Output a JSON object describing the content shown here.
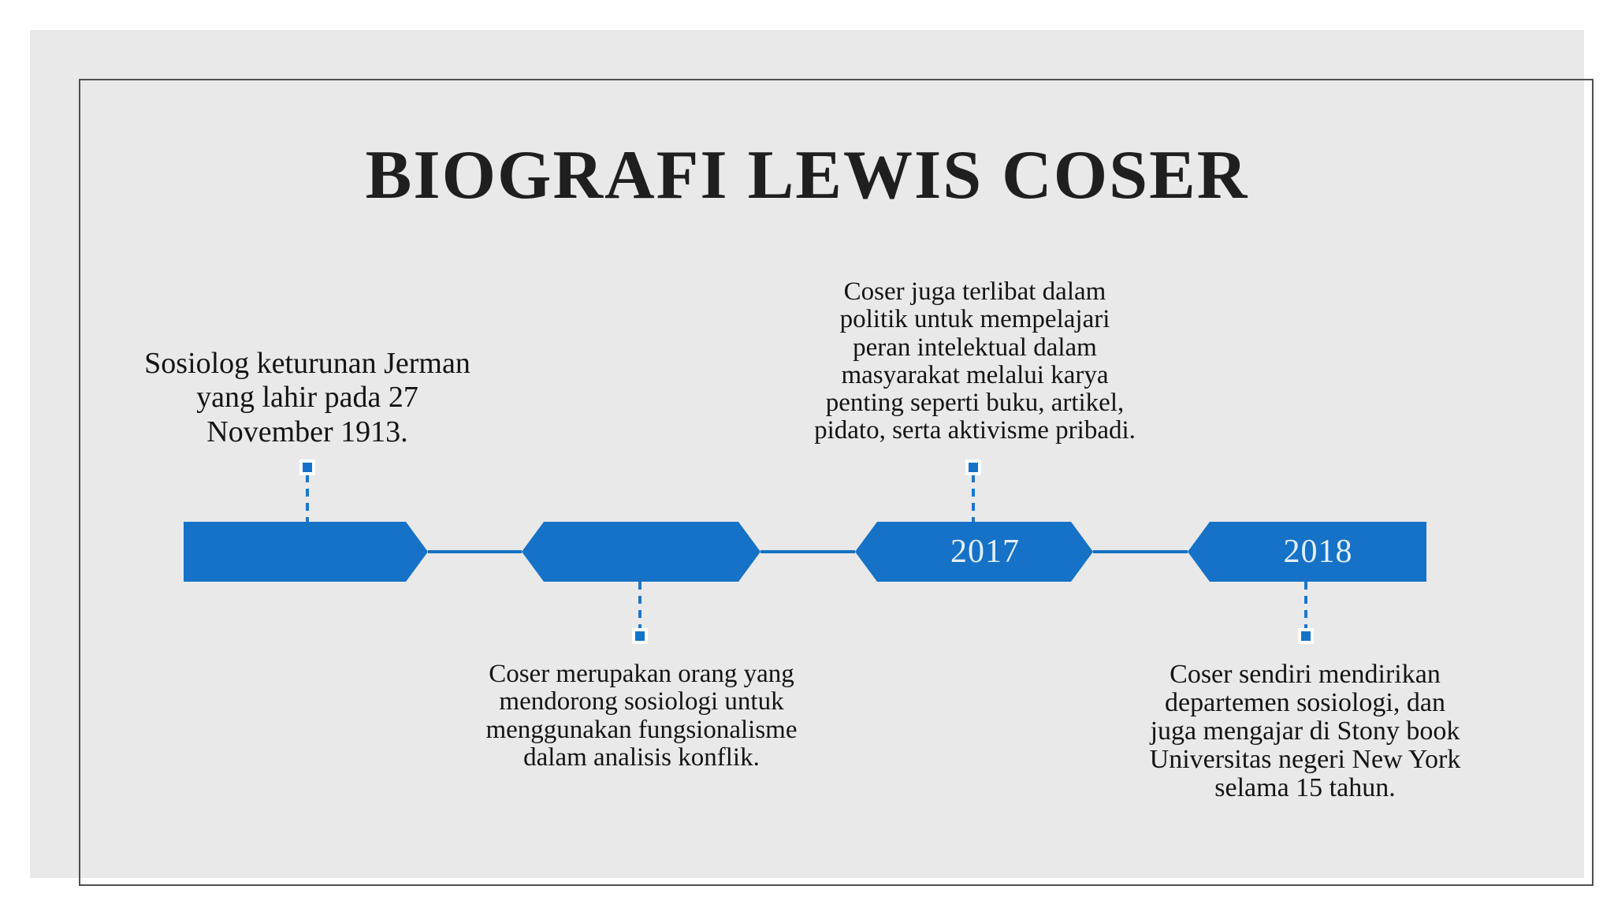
{
  "slide": {
    "title": "BIOGRAFI LEWIS COSER",
    "colors": {
      "accent_blue": "#1572c6",
      "slide_background": "#e9e9e9",
      "frame_border": "#4f4f4f",
      "year_text": "#e4eef8",
      "body_text": "#141414"
    },
    "timeline": {
      "shapes": [
        {
          "label": ""
        },
        {
          "label": ""
        },
        {
          "label": "2017"
        },
        {
          "label": "2018"
        }
      ]
    },
    "notes": [
      {
        "position": "above-shape-1",
        "text": "Sosiolog keturunan Jerman\nyang lahir pada 27\nNovember 1913."
      },
      {
        "position": "above-shape-3",
        "text": "Coser juga terlibat dalam\npolitik untuk mempelajari\nperan intelektual dalam\nmasyarakat melalui karya\npenting seperti buku, artikel,\npidato, serta aktivisme pribadi."
      },
      {
        "position": "below-shape-2",
        "text": "Coser merupakan orang yang\nmendorong sosiologi untuk\nmenggunakan fungsionalisme\ndalam analisis konflik."
      },
      {
        "position": "below-shape-4",
        "text": "Coser sendiri mendirikan\ndepartemen sosiologi, dan\njuga mengajar di Stony book\nUniversitas negeri New York\nselama 15 tahun."
      }
    ]
  }
}
